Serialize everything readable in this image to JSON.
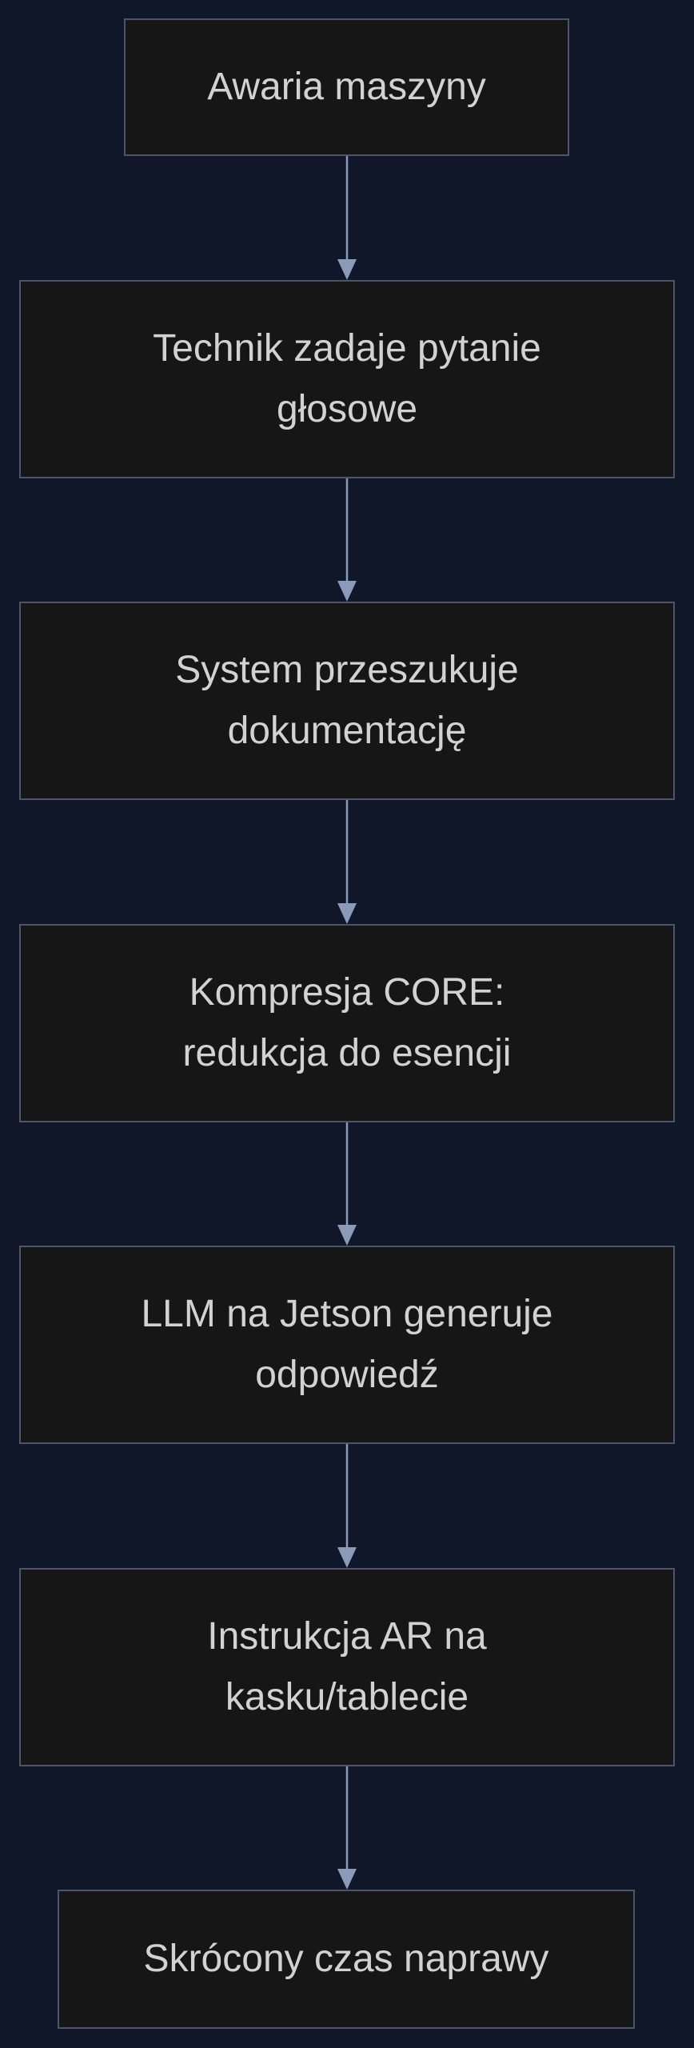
{
  "diagram": {
    "colors": {
      "background": "#0f1729",
      "node_fill": "#161616",
      "node_border": "#4b5567",
      "text": "#d2d2d2",
      "edge": "#8a9ab8"
    },
    "nodes": [
      {
        "id": "n1",
        "lines": [
          "Awaria maszyny"
        ]
      },
      {
        "id": "n2",
        "lines": [
          "Technik zadaje pytanie",
          "głosowe"
        ]
      },
      {
        "id": "n3",
        "lines": [
          "System przeszukuje",
          "dokumentację"
        ]
      },
      {
        "id": "n4",
        "lines": [
          "Kompresja CORE:",
          "redukcja do esencji"
        ]
      },
      {
        "id": "n5",
        "lines": [
          "LLM na Jetson generuje",
          "odpowiedź"
        ]
      },
      {
        "id": "n6",
        "lines": [
          "Instrukcja AR na",
          "kasku/tablecie"
        ]
      },
      {
        "id": "n7",
        "lines": [
          "Skrócony czas naprawy"
        ]
      }
    ],
    "edges": [
      {
        "from": "n1",
        "to": "n2"
      },
      {
        "from": "n2",
        "to": "n3"
      },
      {
        "from": "n3",
        "to": "n4"
      },
      {
        "from": "n4",
        "to": "n5"
      },
      {
        "from": "n5",
        "to": "n6"
      },
      {
        "from": "n6",
        "to": "n7"
      }
    ]
  }
}
